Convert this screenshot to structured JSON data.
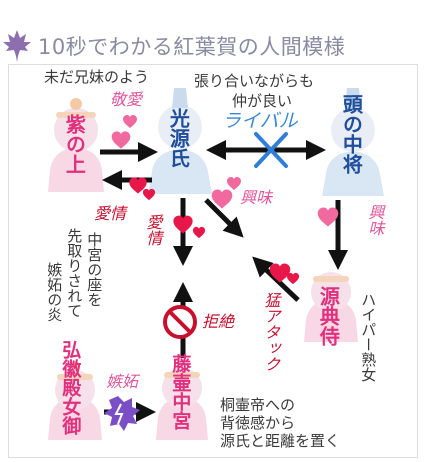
{
  "title": "10秒でわかる紅葉賀の人間模様",
  "characters": {
    "murasaki": "紫の上",
    "genji": "光源氏",
    "to_no_chujo": "頭の中将",
    "gen_no_naishi": "源典侍",
    "kokiden": "弘徽殿女御",
    "fujitsubo": "藤壷中宮"
  },
  "labels": {
    "sibling_note": "未だ兄妹のよう",
    "keiai": "敬愛",
    "aijo_1": "愛情",
    "aijo_2": "愛情",
    "rival_note_1": "張り合いながらも",
    "rival_note_2": "仲が良い",
    "rival": "ライバル",
    "kyomi_1": "興味",
    "kyomi_2": "興味",
    "kokiden_note_1": "中宮の座を",
    "kokiden_note_2": "先取りされて",
    "kokiden_note_3": "嫉妬の炎",
    "kyozetsu": "拒絶",
    "mo_attack": "猛アタック",
    "hyper": "ハイパー熟女",
    "shitto": "嫉妬",
    "fuji_note_1": "桐壷帝への",
    "fuji_note_2": "背徳感から",
    "fuji_note_3": "源氏と距離を置く"
  },
  "colors": {
    "accent_pink": "#e0307e",
    "accent_blue": "#1f4e9c",
    "title_gray": "#8a8aa2",
    "heart": "#e8174a"
  }
}
